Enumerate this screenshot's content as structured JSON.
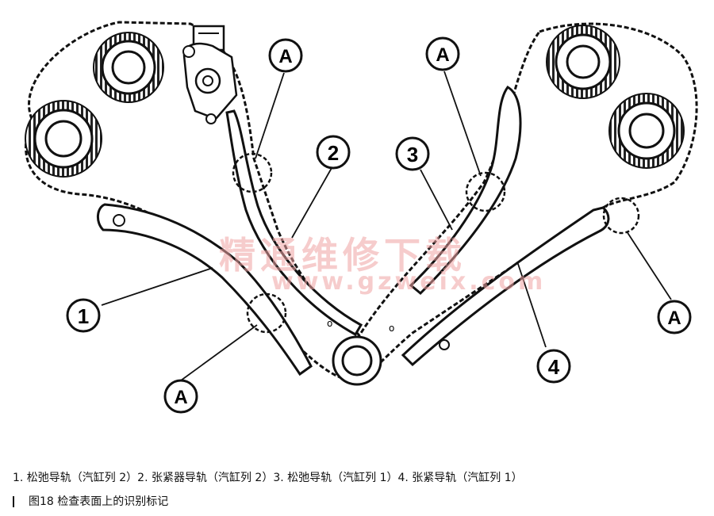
{
  "watermark": {
    "text_cn": "精通维修下载",
    "text_url": "www.gzweix.com"
  },
  "callouts": {
    "label_1": "1",
    "label_2": "2",
    "label_3": "3",
    "label_4": "4",
    "label_a": "A"
  },
  "caption": {
    "legend": "1. 松弛导轨（汽缸列 2）2. 张紧器导轨（汽缸列 2）3. 松弛导轨（汽缸列 1）4. 张紧导轨（汽缸列 1）",
    "figure": "图18   检查表面上的识别标记"
  }
}
